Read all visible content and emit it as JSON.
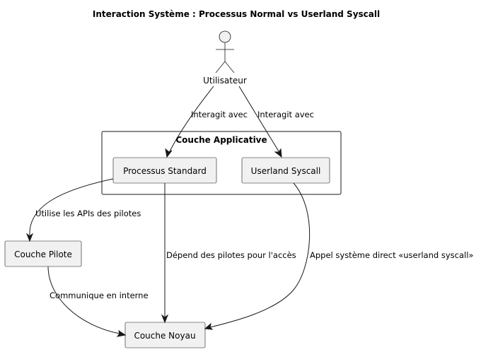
{
  "diagram": {
    "title": "Interaction Système : Processus Normal vs Userland Syscall",
    "actor": {
      "label": "Utilisateur"
    },
    "package": {
      "label": "Couche Applicative"
    },
    "nodes": {
      "processus_standard": "Processus Standard",
      "userland_syscall": "Userland Syscall",
      "couche_pilote": "Couche Pilote",
      "couche_noyau": "Couche Noyau"
    },
    "edges": {
      "user_to_processus": "Interagit avec",
      "user_to_userland": "Interagit avec",
      "processus_to_pilote": "Utilise les APIs des pilotes",
      "processus_to_noyau": "Dépend des pilotes pour l'accès",
      "userland_to_noyau": "Appel système direct «userland syscall»",
      "pilote_to_noyau": "Communique en interne"
    }
  },
  "colors": {
    "background": "#ffffff",
    "node_fill": "#f1f1f1",
    "stroke": "#181818",
    "text": "#000000"
  }
}
